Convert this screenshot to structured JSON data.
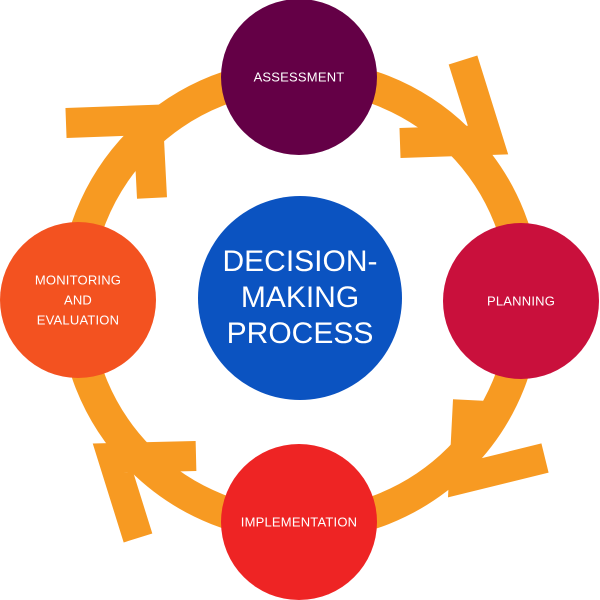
{
  "colors": {
    "ring": "#F79A22",
    "center": "#0B53C1",
    "assessment": "#640046",
    "planning": "#C9103C",
    "implementation": "#EE2424",
    "monitoring": "#F35220",
    "text": "#FFFFFF"
  },
  "center": {
    "lines": [
      "DECISION-",
      "MAKING",
      "PROCESS"
    ]
  },
  "nodes": {
    "assessment": {
      "lines": [
        "ASSESSMENT"
      ]
    },
    "planning": {
      "lines": [
        "PLANNING"
      ]
    },
    "implementation": {
      "lines": [
        "IMPLEMENTATION"
      ]
    },
    "monitoring": {
      "lines": [
        "MONITORING",
        "AND",
        "EVALUATION"
      ]
    }
  },
  "icons": {
    "arrow_shape": "chevron-arrow-icon"
  }
}
